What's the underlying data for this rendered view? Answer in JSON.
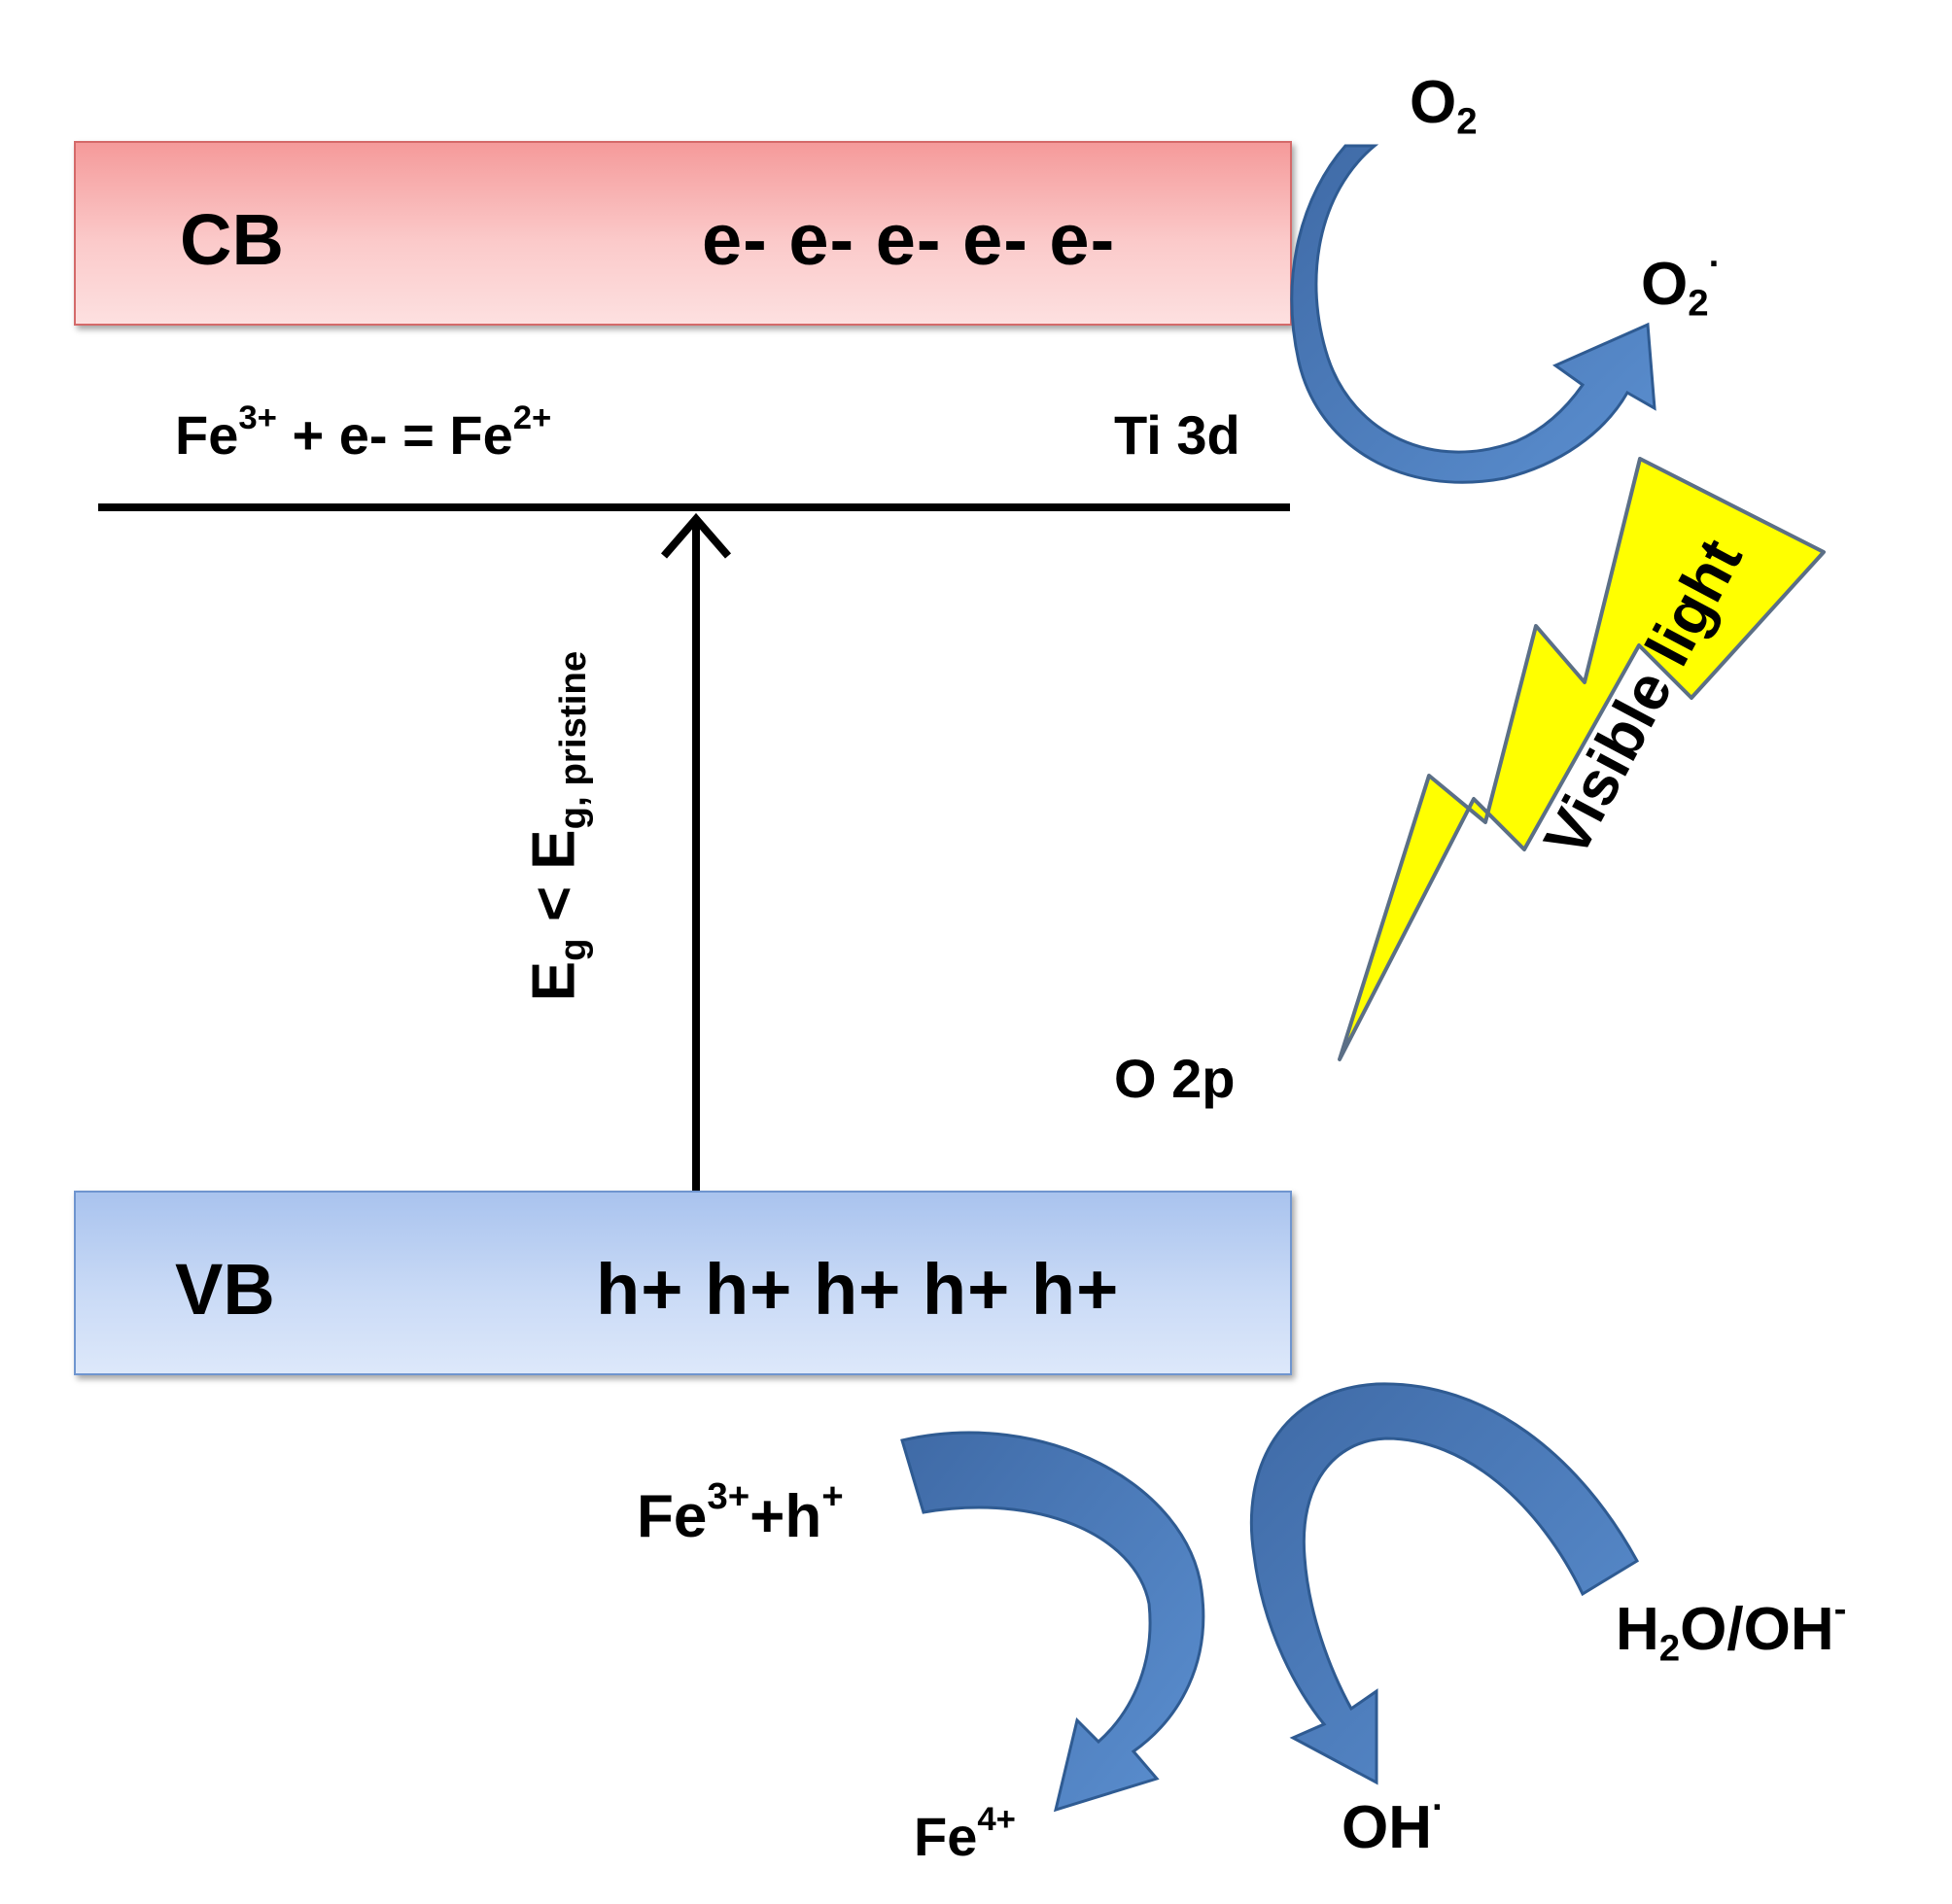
{
  "conduction_band": {
    "label": "CB",
    "carriers": "e- e- e- e- e-"
  },
  "valence_band": {
    "label": "VB",
    "carriers": "h+ h+ h+ h+ h+"
  },
  "impurity_level": {
    "reaction_lhs": "Fe",
    "reaction_lhs_charge": "3+",
    "reaction_mid": " + e- = Fe",
    "reaction_rhs_charge": "2+",
    "label": "Ti 3d"
  },
  "o2p_label": "O 2p",
  "bandgap": {
    "e1": "E",
    "s1": "g",
    "op": " < E",
    "s2": "g, pristine"
  },
  "light_label": "Visible light",
  "oxygen": {
    "reactant": "O",
    "reactant_sub": "2",
    "product": "O",
    "product_sub": "2",
    "product_sup": "·"
  },
  "hole_reactions": {
    "fe_reactant": "Fe",
    "fe_reactant_charge": "3+",
    "fe_plus_h": "+h",
    "h_charge": "+",
    "fe_product": "Fe",
    "fe_product_charge": "4+",
    "water": "H",
    "water_sub": "2",
    "water_rest": "O/OH",
    "water_charge": "-",
    "radical": "OH",
    "radical_charge": "·"
  },
  "colors": {
    "arrow_blue": "#4a7cbf",
    "arrow_edge": "#2f5b92",
    "bolt_yellow": "#ffff00",
    "cb_fill": "#f8b4b4",
    "vb_fill": "#bcd0f3"
  }
}
